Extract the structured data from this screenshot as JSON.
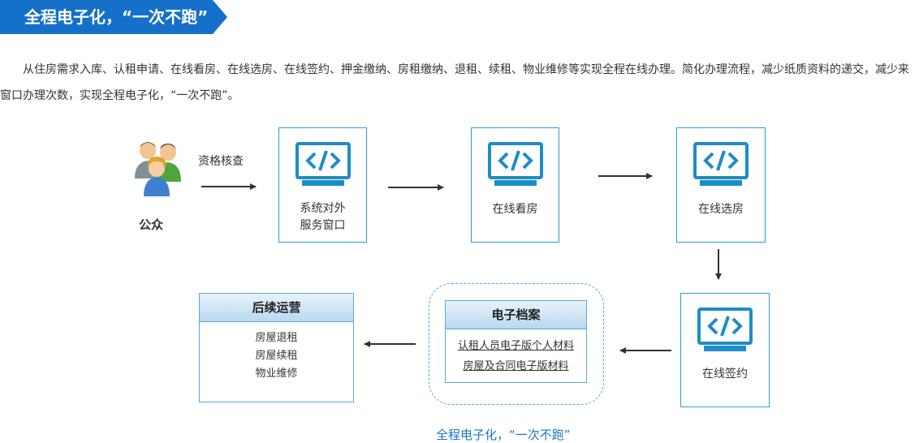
{
  "banner": {
    "title": "全程电子化，“一次不跑”"
  },
  "intro": "从住房需求入库、认租申请、在线看房、在线选房、在线签约、押金缴纳、房租缴纳、退租、续租、物业维修等实现全程在线办理。简化办理流程，减少纸质资料的递交，减少来窗口办理次数，实现全程电子化，“一次不跑”。",
  "public": {
    "label": "公众",
    "icon": "people-group-icon"
  },
  "check_label": "资格核查",
  "nodes": {
    "service_window": {
      "line1": "系统对外",
      "line2": "服务窗口",
      "icon": "code-monitor-icon"
    },
    "view_house": {
      "label": "在线看房",
      "icon": "code-monitor-icon"
    },
    "select_house": {
      "label": "在线选房",
      "icon": "code-monitor-icon"
    },
    "sign_contract": {
      "label": "在线签约",
      "icon": "code-monitor-icon"
    }
  },
  "archive": {
    "title": "电子档案",
    "items": [
      "认租人员电子版个人材料",
      "房屋及合同电子版材料"
    ]
  },
  "operations": {
    "title": "后续运营",
    "items": [
      "房屋退租",
      "房屋续租",
      "物业维修"
    ]
  },
  "footer": "全程电子化，“一次不跑”",
  "colors": {
    "banner": "#1570c9",
    "accent": "#1e8cc8",
    "border": "#2a9fd6",
    "arrow": "#333333"
  }
}
